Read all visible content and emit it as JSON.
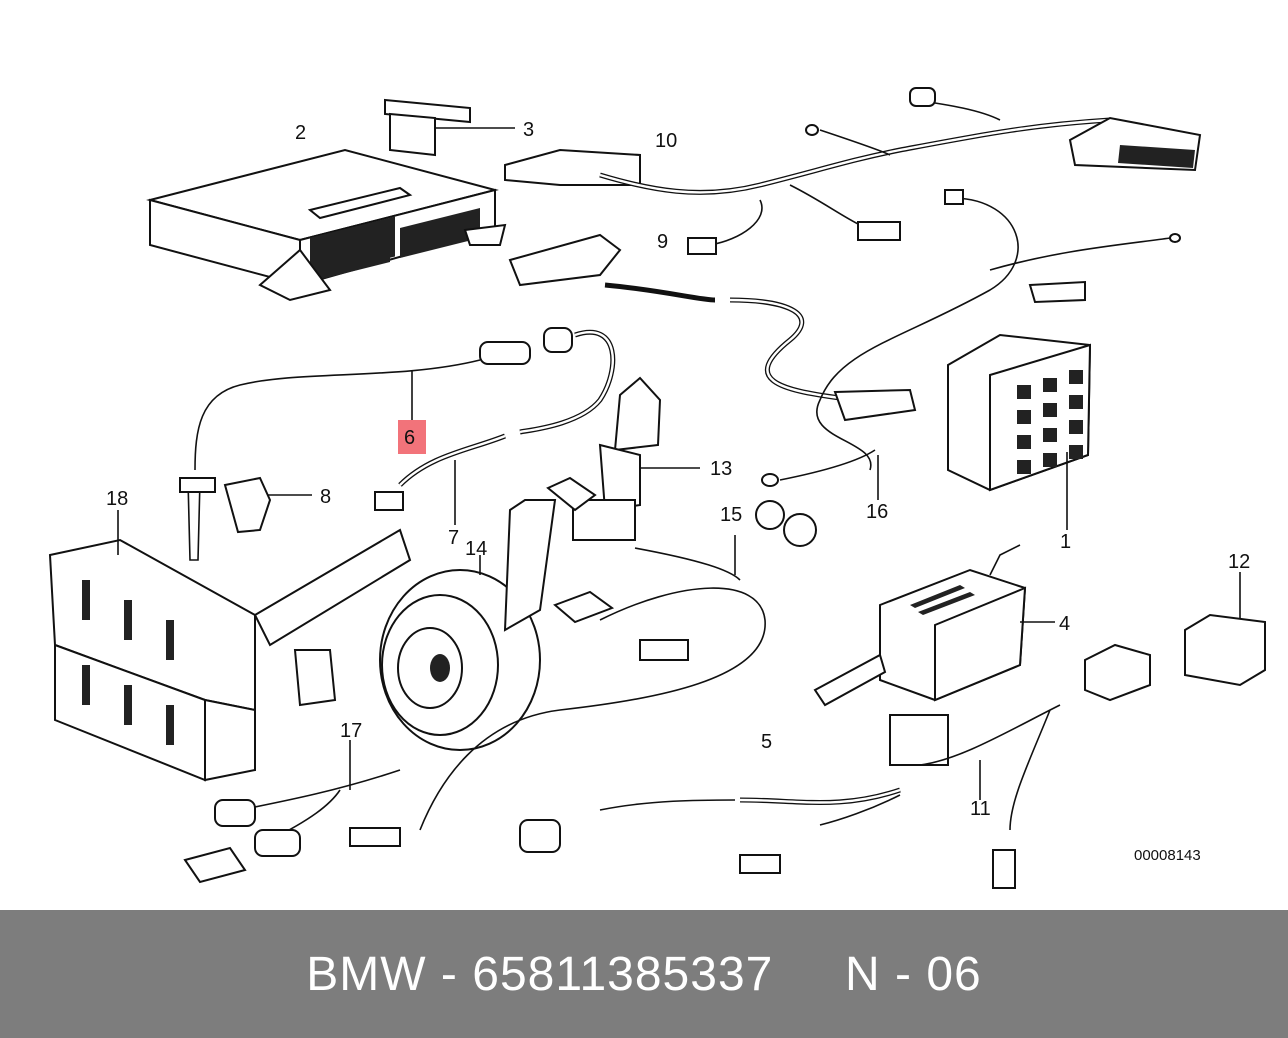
{
  "diagram": {
    "labels": {
      "p1": "1",
      "p2": "2",
      "p3": "3",
      "p4": "4",
      "p5": "5",
      "p6": "6",
      "p7": "7",
      "p8": "8",
      "p9": "9",
      "p10": "10",
      "p11": "11",
      "p12": "12",
      "p13": "13",
      "p14": "14",
      "p15": "15",
      "p16": "16",
      "p17": "17",
      "p18": "18"
    },
    "highlighted_label": "6",
    "reference_number": "00008143",
    "highlight_color": "#f2737a"
  },
  "caption": {
    "text": "BMW - 65811385337     N - 06"
  }
}
